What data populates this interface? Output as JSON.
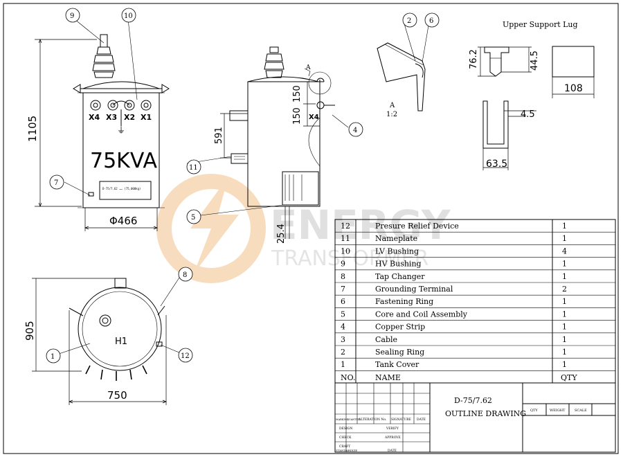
{
  "upper_support_lug_title": "Upper Support Lug",
  "section_view": {
    "letter": "A",
    "scale": "1:2"
  },
  "watermark": {
    "brand": "ENERGY",
    "sub": "TRANSFORMER"
  },
  "front_view": {
    "rating": "75KVA",
    "terminals": [
      "X4",
      "X3",
      "X2",
      "X1"
    ],
    "ground_symbol": "⏚",
    "nameplate_text": "D-75/7.62 …… (75,000kg)"
  },
  "top_view": {
    "hv_mark": "H1"
  },
  "side_view": {
    "terminal": "X4",
    "arrow_label": "A"
  },
  "dimensions": {
    "height": "1105",
    "diameter": "Φ466",
    "d591": "591",
    "d150a": "150",
    "d150b": "150",
    "d25_4": "25.4",
    "d905": "905",
    "d750": "750",
    "d76_2": "76.2",
    "d44_5": "44.5",
    "d108": "108",
    "d4_5": "4.5",
    "d63_5": "63.5"
  },
  "callouts": {
    "c1": "1",
    "c2": "2",
    "c4": "4",
    "c5": "5",
    "c6": "6",
    "c7": "7",
    "c8": "8",
    "c9": "9",
    "c10": "10",
    "c11": "11",
    "c12": "12"
  },
  "parts_list": {
    "header": {
      "no": "NO.",
      "name": "NAME",
      "qty": "QTY"
    },
    "rows": [
      {
        "no": "12",
        "name": "Presure Relief Device",
        "qty": "1"
      },
      {
        "no": "11",
        "name": "Nameplate",
        "qty": "1"
      },
      {
        "no": "10",
        "name": "LV Bushing",
        "qty": "4"
      },
      {
        "no": "9",
        "name": "HV Bushing",
        "qty": "1"
      },
      {
        "no": "8",
        "name": "Tap Changer",
        "qty": "1"
      },
      {
        "no": "7",
        "name": "Grounding Terminal",
        "qty": "2"
      },
      {
        "no": "6",
        "name": "Fastening Ring",
        "qty": "1"
      },
      {
        "no": "5",
        "name": "Core and Coil Assembly",
        "qty": "1"
      },
      {
        "no": "4",
        "name": "Copper Strip",
        "qty": "1"
      },
      {
        "no": "3",
        "name": "Cable",
        "qty": "1"
      },
      {
        "no": "2",
        "name": "Sealing Ring",
        "qty": "1"
      },
      {
        "no": "1",
        "name": "Tank Cover",
        "qty": "1"
      }
    ]
  },
  "title_block": {
    "drawing_no": "D-75/7.62",
    "drawing_title": "OUTLINE DRAWING",
    "qty_label": "QTY",
    "weight_label": "WEIGHT",
    "scale_label": "SCALE",
    "marking_label": "MARKING",
    "quantity_label": "QUANTITY",
    "alteration_label": "ALTERATION No.",
    "signature_label": "SIGNATURE",
    "date_label": "DATE",
    "design_label": "DESIGN",
    "verify_label": "VERIFY",
    "check_label": "CHECK",
    "approve_label": "APPROVE",
    "craft_label": "CRAFT",
    "standardize_label": "STANDARDIZE",
    "date2_label": "DATE"
  }
}
